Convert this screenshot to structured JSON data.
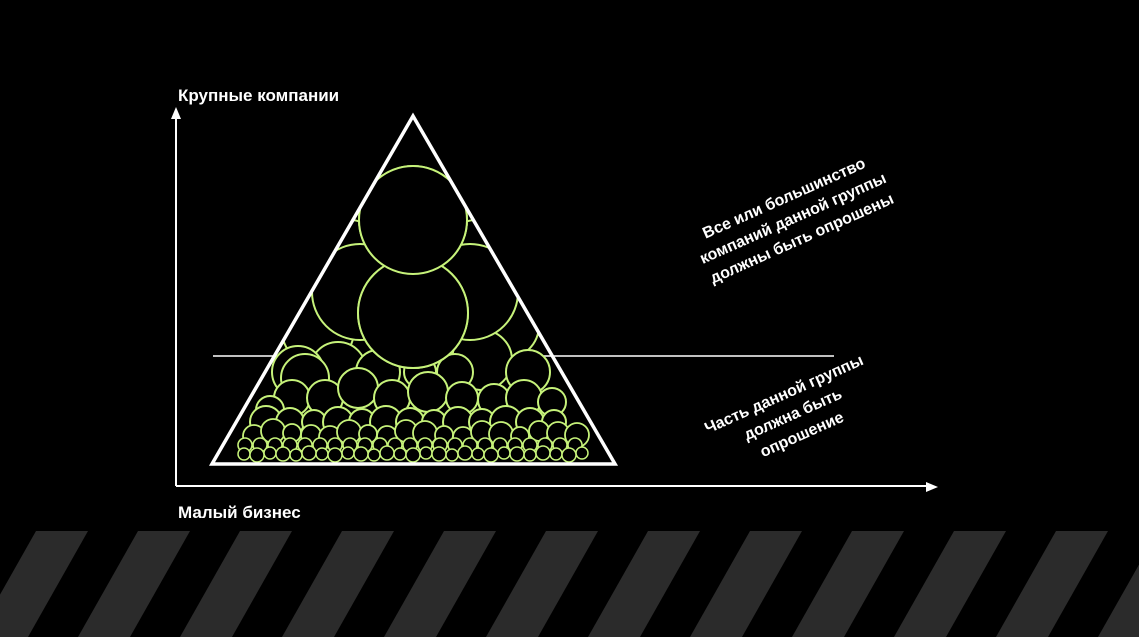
{
  "colors": {
    "background": "#000000",
    "foreground": "#ffffff",
    "circle_stroke": "#c6f27a",
    "stripe_dark": "#2b2b2b"
  },
  "axes": {
    "y_label": "Крупные компании",
    "x_label": "Малый бизнес"
  },
  "annotations": {
    "upper": [
      "Все или большинство",
      "компаний данной группы",
      "должны быть опрошены"
    ],
    "lower": [
      "Часть данной группы",
      "должна быть",
      "опрошение"
    ]
  }
}
